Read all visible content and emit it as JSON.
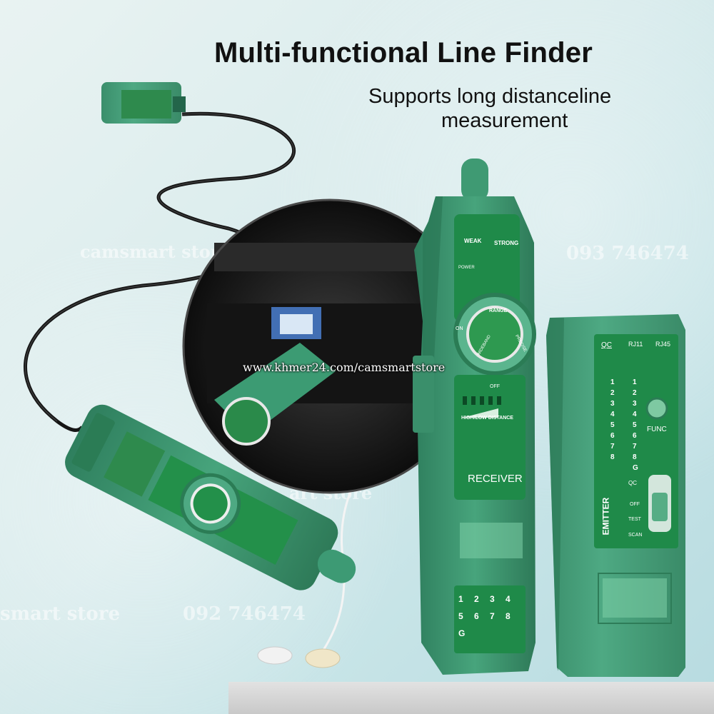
{
  "header": {
    "title": "Multi-functional Line Finder",
    "subtitle_line1": "Supports long distanceline",
    "subtitle_line2": "measurement"
  },
  "watermarks": {
    "url": "www.khmer24.com/camsmartstore",
    "phone_1": "093 746474",
    "phone_2": "092 746474",
    "store_1": "camsmart store",
    "store_2": "smart store",
    "store_3": "art store"
  },
  "receiver": {
    "brand_label": "RECEIVER",
    "signal_weak": "WEAK",
    "signal_strong": "STRONG",
    "power_label": "POWER",
    "dial_range": "RANGE",
    "dial_wideband": "WIDEBAND",
    "dial_precise": "PRECISE",
    "dial_on": "ON",
    "dial_off": "OFF",
    "distance_label": "HIGH/LOW DISTANCE",
    "pin_numbers": [
      "1",
      "2",
      "3",
      "4",
      "5",
      "6",
      "7",
      "8",
      "G"
    ]
  },
  "emitter": {
    "brand_label": "EMITTER",
    "qc_label": "QC",
    "rj11_label": "RJ11",
    "rj45_label": "RJ45",
    "func_label": "FUNC",
    "mode_qc": "QC",
    "mode_off": "OFF",
    "mode_test": "TEST",
    "mode_scan": "SCAN",
    "pins": [
      "1",
      "2",
      "3",
      "4",
      "5",
      "6",
      "7",
      "8",
      "G"
    ]
  },
  "colors": {
    "device_body": "#3f9a73",
    "device_dark": "#2a7654",
    "panel": "#1f8a49",
    "label_text": "#ffffff"
  }
}
